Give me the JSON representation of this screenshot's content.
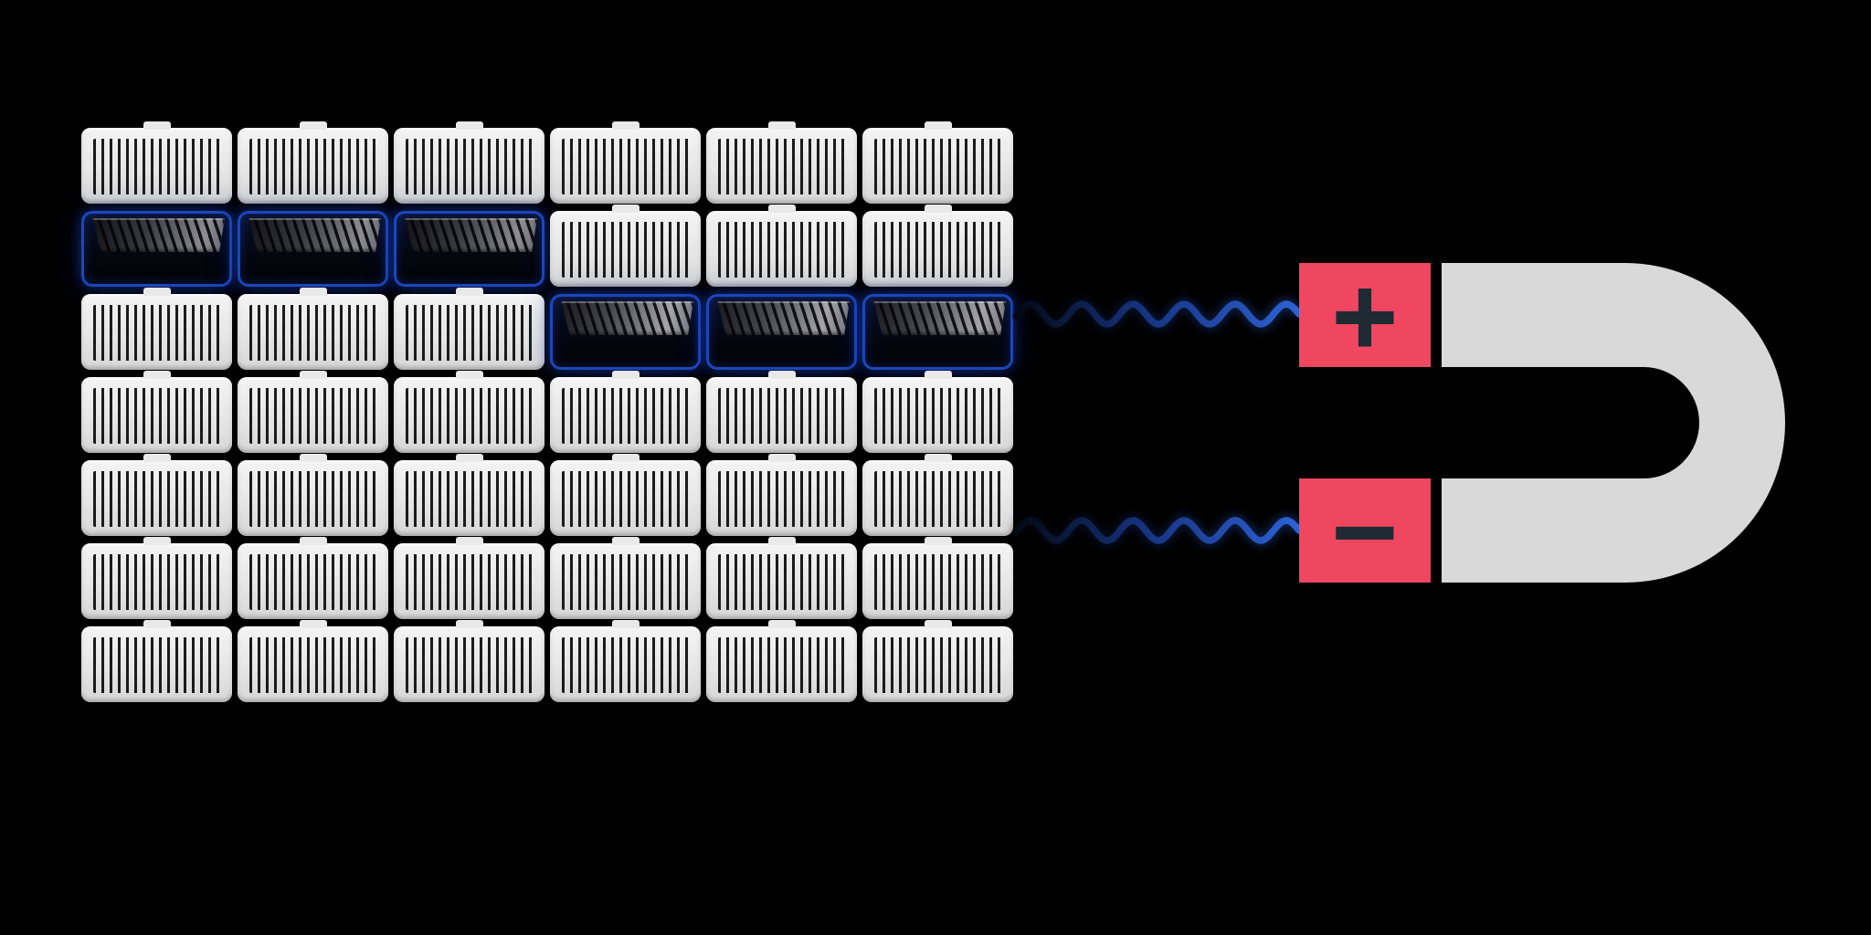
{
  "scene": {
    "background_color": "#000000",
    "grid": {
      "columns": 6,
      "rows": 7,
      "item_kind": "striped-cartridge-card",
      "highlighted_slots": [
        {
          "row": 2,
          "col": 1,
          "panel_shade": "charcoal"
        },
        {
          "row": 2,
          "col": 2,
          "panel_shade": "charcoal"
        },
        {
          "row": 2,
          "col": 3,
          "panel_shade": "charcoal"
        },
        {
          "row": 3,
          "col": 4,
          "panel_shade": "silver"
        },
        {
          "row": 3,
          "col": 5,
          "panel_shade": "silver"
        },
        {
          "row": 3,
          "col": 6,
          "panel_shade": "silver"
        }
      ],
      "card_color": "#e6e6e6",
      "stripe_color": "#1b1b1b",
      "highlight_outline_color": "#1c46bb"
    },
    "wires": {
      "count": 2,
      "color_start": "#040710",
      "color_mid": "#16337f",
      "color_end": "#2e62d6"
    },
    "magnet": {
      "body_color": "#d9d9d9",
      "pole_color": "#ef4760",
      "symbol_color": "#202a33",
      "pole_top": {
        "symbol": "+"
      },
      "pole_bottom": {
        "symbol": "−"
      }
    }
  }
}
